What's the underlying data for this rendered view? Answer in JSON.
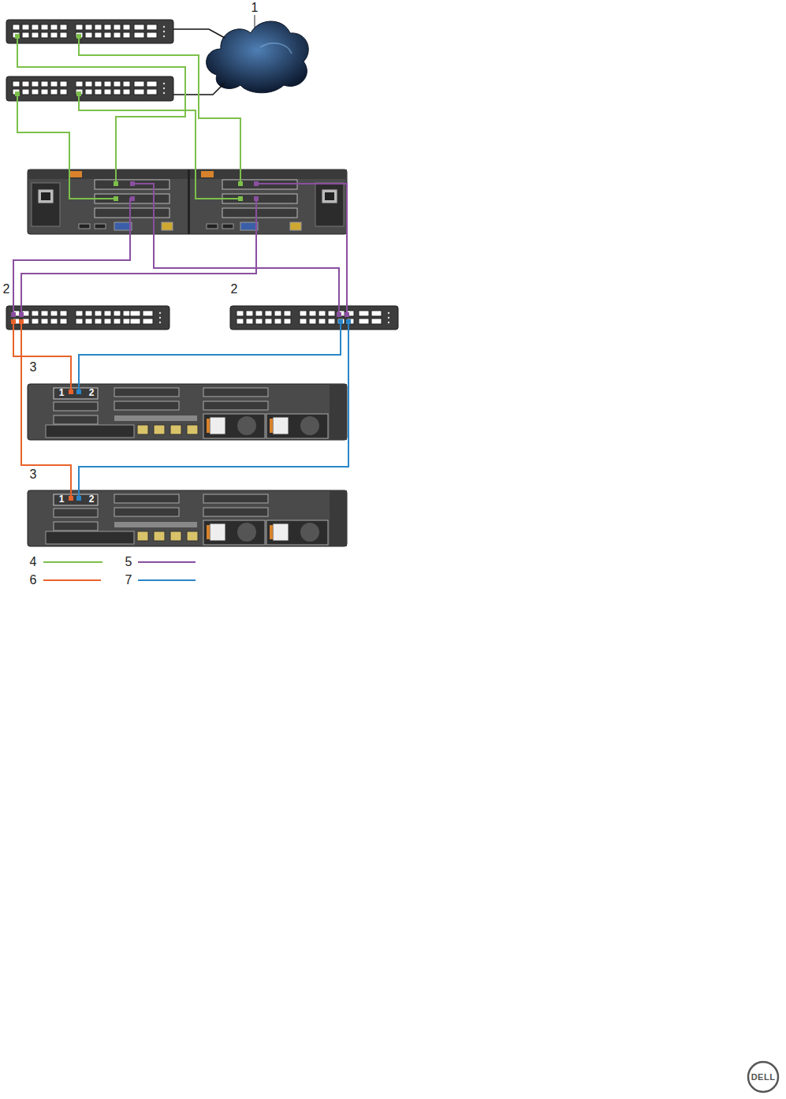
{
  "diagram": {
    "labels": [
      "1",
      "2",
      "2",
      "3",
      "1",
      "2",
      "3",
      "1",
      "2",
      "DELL"
    ],
    "legend": [
      {
        "text": "4"
      },
      {
        "text": "5"
      },
      {
        "text": "6"
      },
      {
        "text": "7"
      }
    ]
  }
}
